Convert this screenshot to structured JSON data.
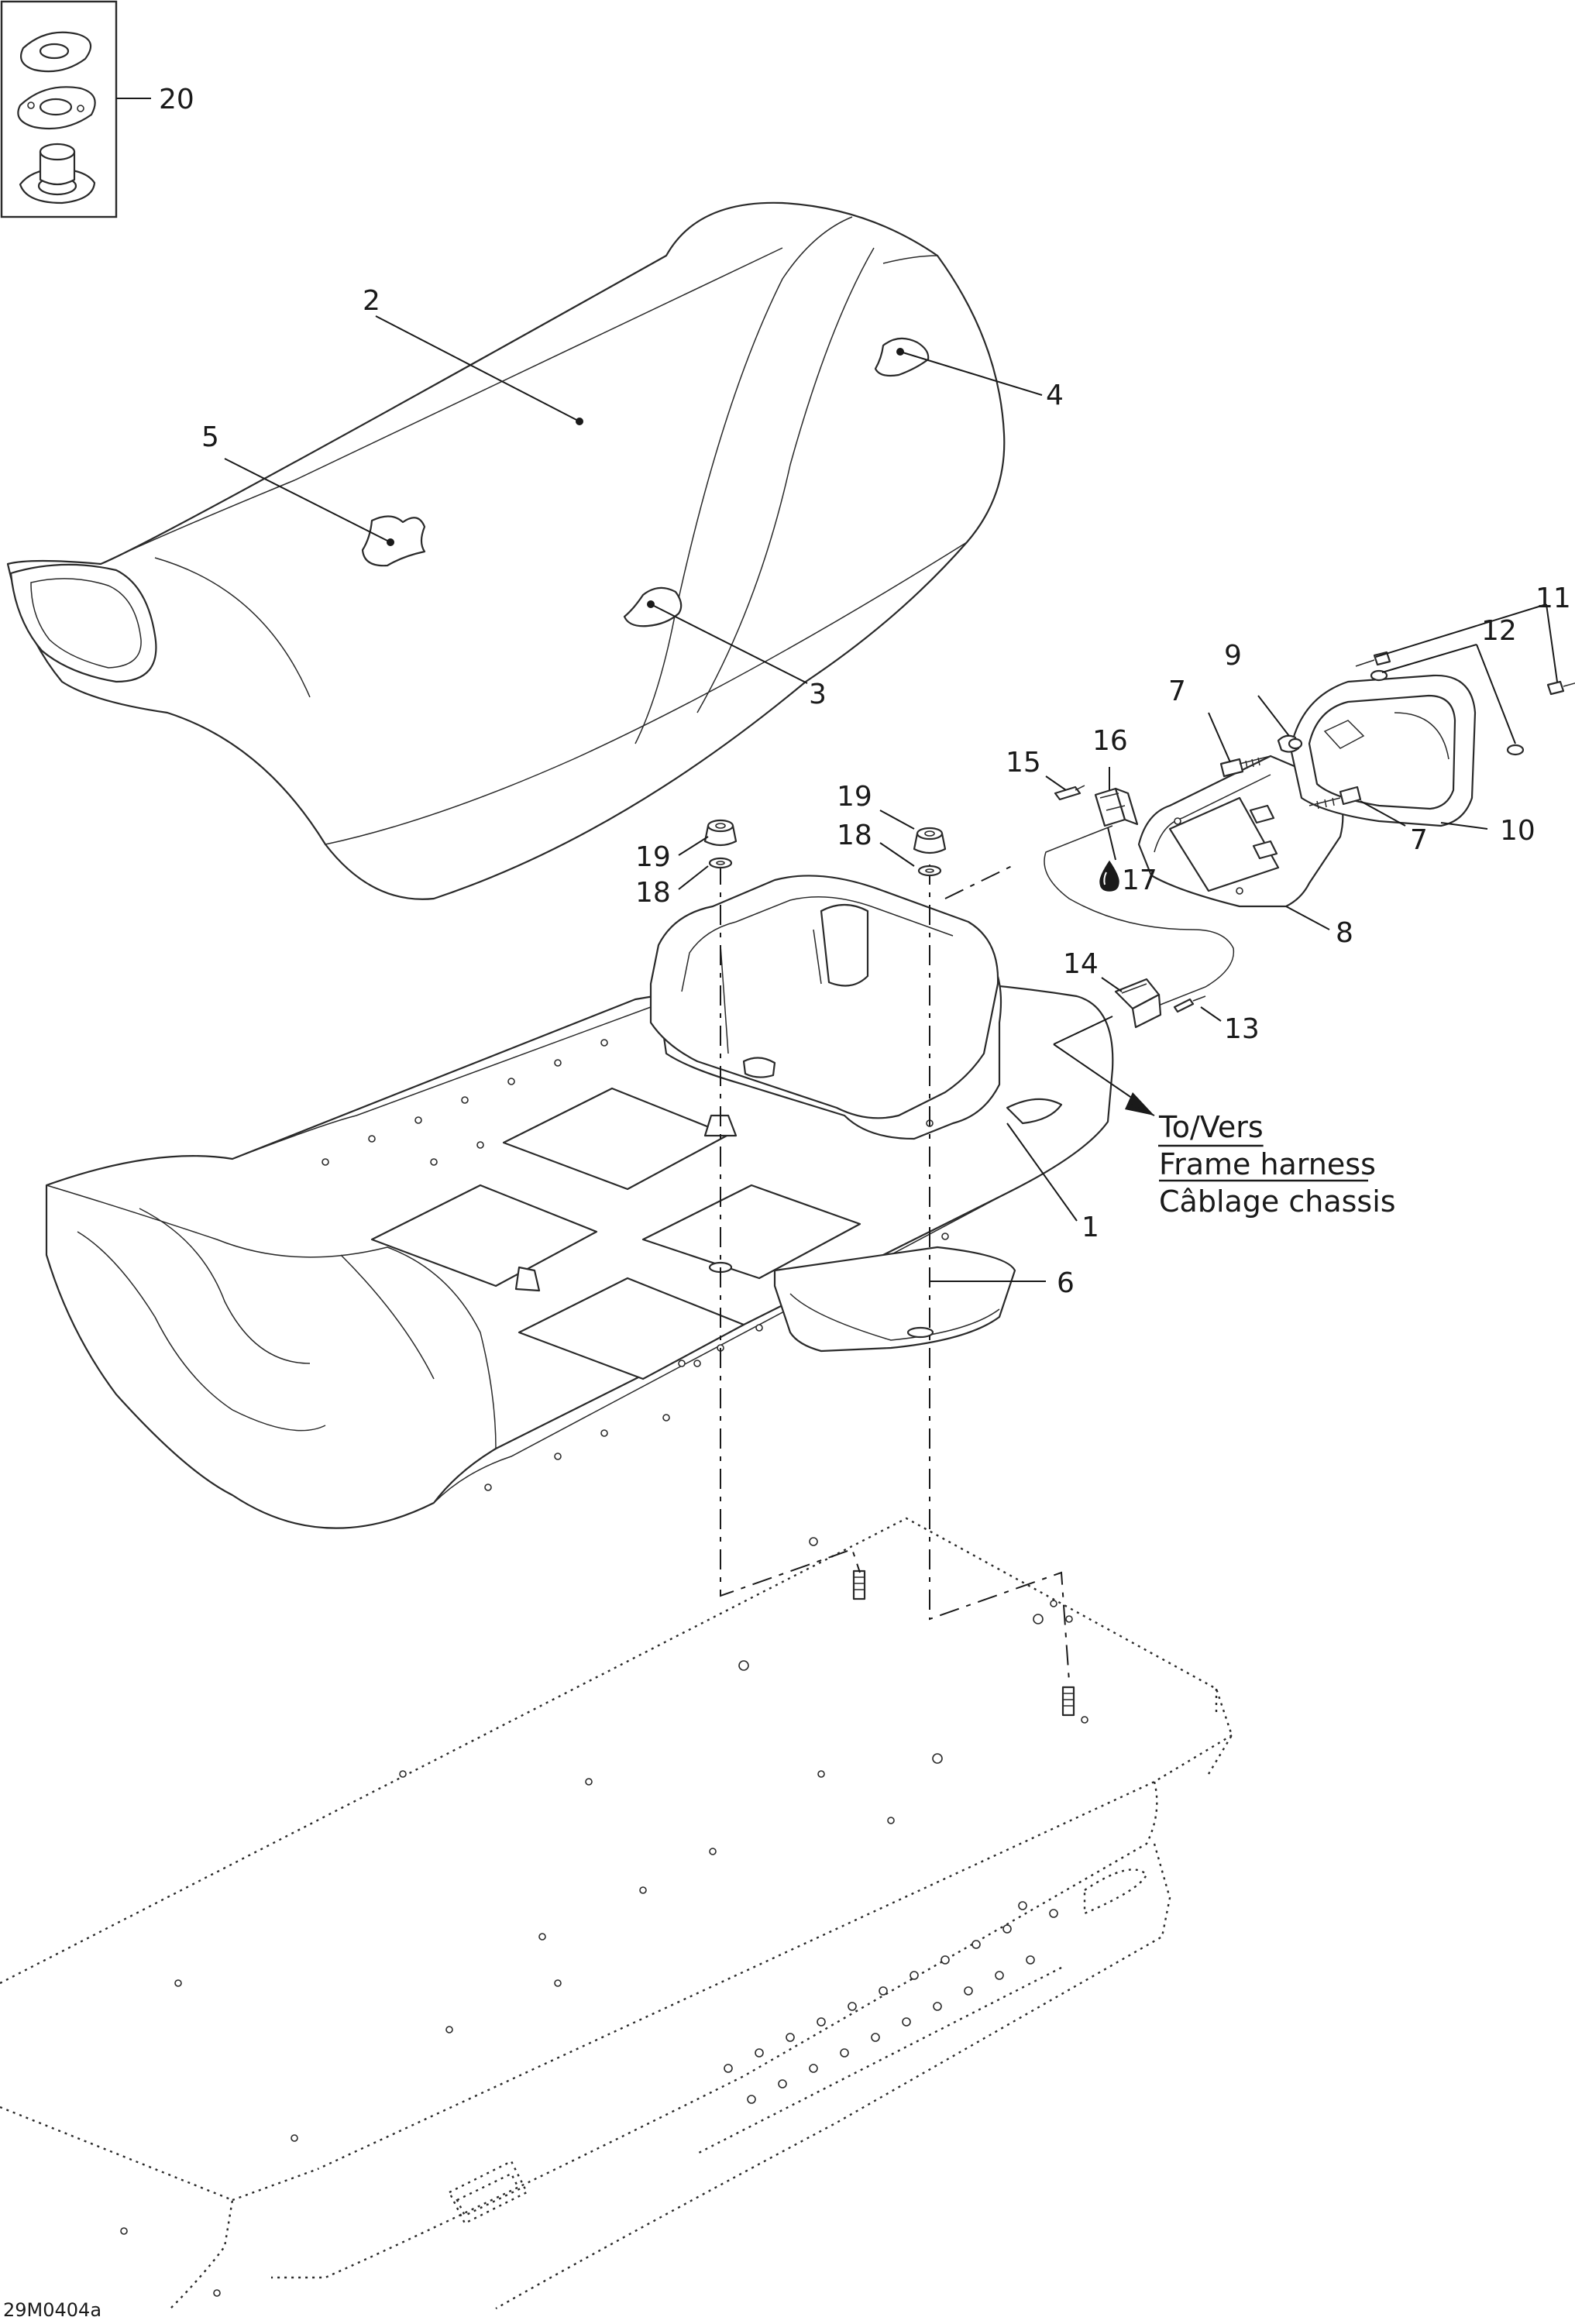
{
  "diagram_code": "29M0404a",
  "note": {
    "line1": "To/Vers",
    "line2": "Frame harness",
    "line3": "Câblage chassis"
  },
  "callouts": {
    "c1": "1",
    "c2": "2",
    "c3": "3",
    "c4": "4",
    "c5": "5",
    "c6": "6",
    "c7a": "7",
    "c7b": "7",
    "c8": "8",
    "c9": "9",
    "c10": "10",
    "c11": "11",
    "c12": "12",
    "c13": "13",
    "c14": "14",
    "c15": "15",
    "c16": "16",
    "c17": "17",
    "c18a": "18",
    "c18b": "18",
    "c19a": "19",
    "c19b": "19",
    "c20": "20"
  },
  "icons": {
    "fluid_drop": "drop-icon"
  }
}
